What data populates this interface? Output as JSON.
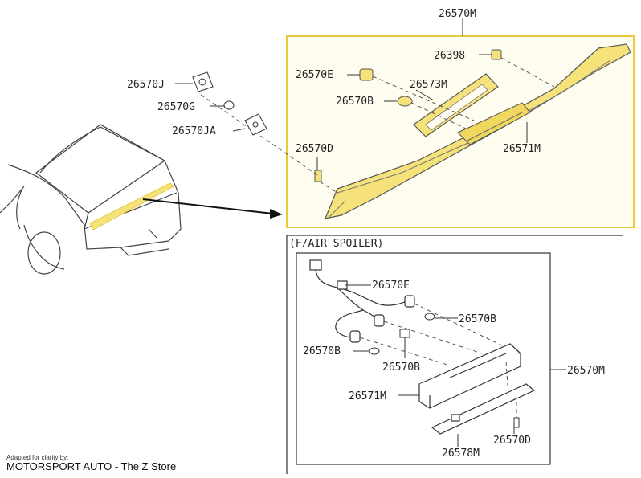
{
  "labels": {
    "top_assembly": "26570M",
    "bracket_j": "26570J",
    "grommet_g": "26570G",
    "bracket_ja": "26570JA",
    "socket_e": "26570E",
    "bulb_b": "26570B",
    "gasket": "26573M",
    "screw_d": "26570D",
    "clip": "26398",
    "lens": "26571M"
  },
  "inset": {
    "title": "(F/AIR SPOILER)",
    "socket_e": "26570E",
    "bulb_b_right": "26570B",
    "bulb_b_left": "26570B",
    "bulb_b_lower": "26570B",
    "assembly": "26570M",
    "lens": "26571M",
    "bracket": "26578M",
    "screw_d": "26570D"
  },
  "credit": {
    "adapted": "Adapted for clarity by:",
    "store": "MOTORSPORT AUTO - The Z Store"
  },
  "colors": {
    "highlight": "#f5e27a",
    "highlight_border": "#e8c93a",
    "ink": "#333333"
  }
}
